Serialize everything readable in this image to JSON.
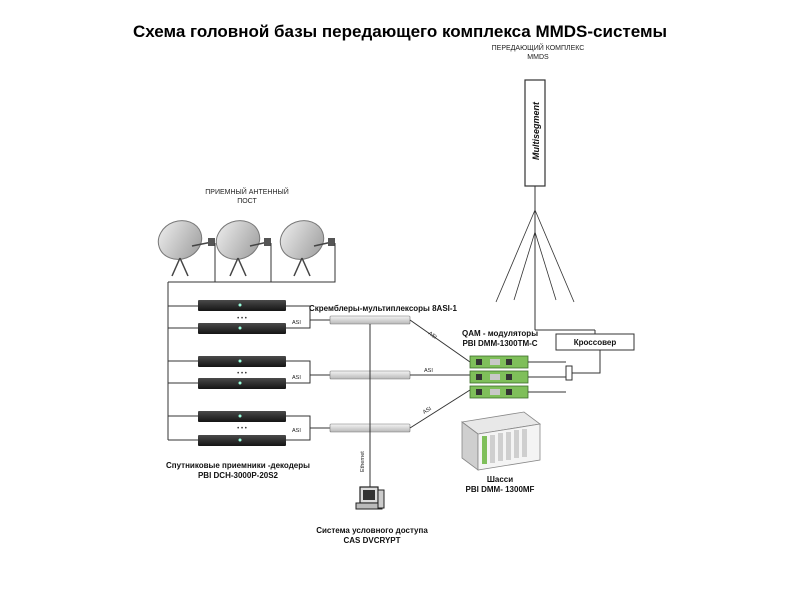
{
  "title": "Схема головной базы передающего комплекса MMDS-системы",
  "labels": {
    "tx_complex_line1": "ПЕРЕДАЮЩИЙ КОМПЛЕКС",
    "tx_complex_line2": "MMDS",
    "antenna_mast": "Multisegment",
    "antenna_post_line1": "ПРИЕМНЫЙ АНТЕННЫЙ",
    "antenna_post_line2": "ПОСТ",
    "scramblers": "Скремблеры-мультиплексоры 8ASI-1",
    "qam_line1": "QAM - модуляторы",
    "qam_line2": "PBI DMM-1300TM-C",
    "crossover": "Кроссовер",
    "chassis_line1": "Шасси",
    "chassis_line2": "PBI DMM- 1300MF",
    "receivers_line1": "Спутниковые приемники -декодеры",
    "receivers_line2": "PBI DCH-3000P-20S2",
    "cas_line1": "Система условного доступа",
    "cas_line2": "CAS DVCRYPT",
    "ethernet": "Ethernet",
    "asi": "ASI",
    "dots": "• • •"
  },
  "colors": {
    "line": "#333333",
    "rack": "#2a2a2a",
    "board": "#7fbf5a",
    "dish": "#cfcfcf"
  }
}
